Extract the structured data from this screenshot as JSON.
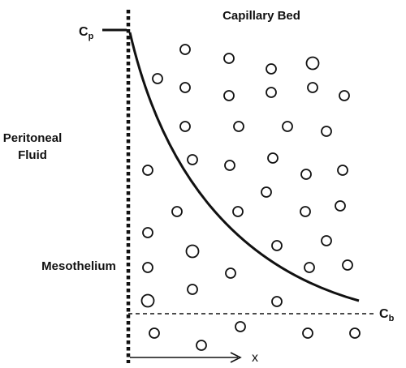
{
  "title": "Capillary Bed",
  "peritoneal_label_line1": "Peritoneal",
  "peritoneal_label_line2": "Fluid",
  "mesothelium_label": "Mesothelium",
  "cp_main": "C",
  "cp_sub": "p",
  "cb_main": "C",
  "cb_sub": "b",
  "x_axis_label": "x",
  "colors": {
    "ink": "#111111",
    "background": "#ffffff"
  }
}
